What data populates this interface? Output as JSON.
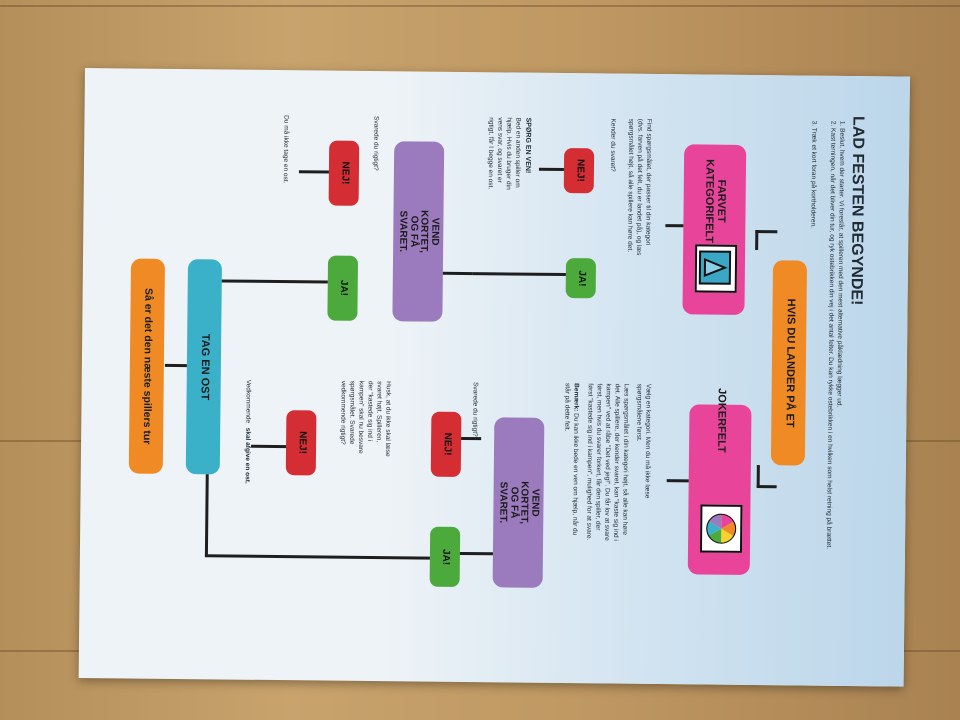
{
  "title": "LAD FESTEN BEGYNDE!",
  "intro": [
    "1. Beslut, hvem der starter. Vi foreslår, at spilleren med den mest alternative påklædning lægger ud.",
    "2. Kast terningen, når det bliver din tur, og ryk ostebrikken din vej i det antal felter. Du kan rykke ostebrikken i en hvilken som helst retning på brættet.",
    "3. Træk et kort foran på kortholderen."
  ],
  "header_box": "HVIS DU LANDER PÅ ET",
  "left_branch": {
    "category_box": "FARVET KATEGORIFELT",
    "find_text": [
      "Find spørgsmålet, der passer til din kategori",
      "(dvs. farven på det felt, du er landet på), og læs",
      "spørgsmålet højt, så alle spillere kan høre det."
    ],
    "know_answer": "Kender du svaret?",
    "nej1": "NEJ!",
    "ja1": "JA!",
    "ask_friend_title": "SPØRG EN VEN!",
    "ask_friend_text": [
      "Bed en anden spiller om",
      "hjælp. Hvis du bruger din",
      "vens svar, og svaret er",
      "rigtigt, får I begge en ost."
    ],
    "turn_card": "VEND KORTET, OG FÅ SVARET.",
    "answered_right": "Svarede du rigtigt?",
    "nej2": "NEJ!",
    "ja2": "JA!",
    "no_cheese": "Du må ikke tage en ost."
  },
  "right_branch": {
    "joker_box": "JOKERFELT",
    "choose_text": [
      "Vælg en kategori. Men du må ikke læse",
      "spørgsmålene først."
    ],
    "read_text": [
      "Læs spørgsmålet i din kategori højt, så alle kan høre",
      "det. Alle spillere, der kender svaret, kan \"kaste sig ind i",
      "kampen\" ved at råbe \"Det ved jeg!\". Du får lov at svare",
      "først, men hvis du svarer forkert, får den spiller, der",
      "først \"kastede sig ind i kampen\", mulighed for at svare."
    ],
    "note_label": "Bemærk:",
    "note_text": [
      "Du kan ikke bede en ven om hjælp, når du",
      "står på dette felt."
    ],
    "turn_card": "VEND KORTET, OG FÅ SVARET.",
    "answered_right": "Svarede du rigtigt?",
    "nej": "NEJ!",
    "ja": "JA!",
    "remember_text": [
      "Husk, at du ikke skal læse",
      "svaret højt. Spilleren,",
      "der \"kastede sig ind i",
      "kampen\" skal nu besvare",
      "spørgsmålet. Svarede",
      "vedkommende rigtigt?"
    ],
    "nej2": "NEJ!",
    "must_give_prefix": "Vedkommende",
    "must_give_bold": "skal afgive en ost."
  },
  "take_cheese": "TAG EN OST",
  "next_turn": "Så er det den næste spillers tur",
  "colors": {
    "pink": "#e8459a",
    "orange": "#f08a24",
    "purple": "#9b7bbd",
    "green": "#4caa3c",
    "red": "#d42d33",
    "teal": "#3ab0c9"
  }
}
